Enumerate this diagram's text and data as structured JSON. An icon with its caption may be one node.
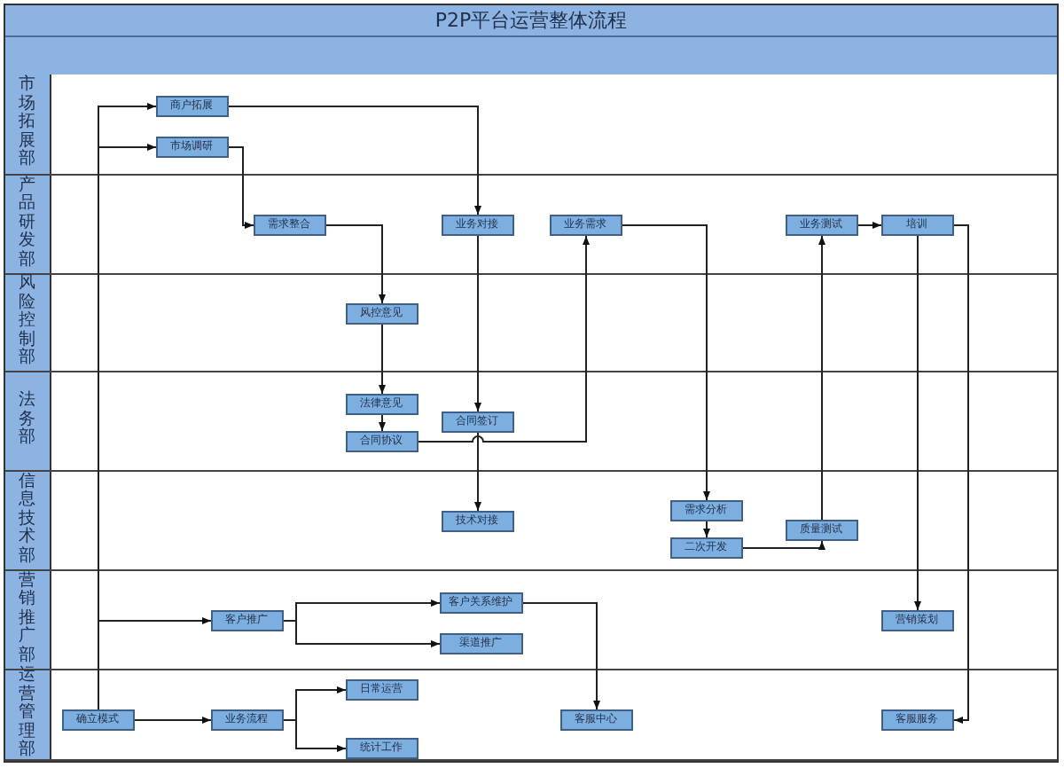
{
  "diagram": {
    "title": "P2P平台运营整体流程",
    "nodes": [
      {
        "text": [
          "市场拓展部"
        ]
      },
      {
        "text": [
          "产品研发部"
        ]
      },
      {
        "text": [
          "风险控制部"
        ]
      },
      {
        "text": [
          "法务部"
        ]
      },
      {
        "text": [
          "信息技术部"
        ]
      },
      {
        "text": [
          "营销推广部"
        ]
      },
      {
        "text": [
          "运营管理部"
        ]
      },
      {
        "text": [
          "商户拓展"
        ],
        "in": 0
      },
      {
        "text": [
          "市场调研"
        ],
        "in": 0
      },
      {
        "text": [
          "需求整合"
        ],
        "in": 1
      },
      {
        "text": [
          "业务对接"
        ],
        "in": 1
      },
      {
        "text": [
          "业务需求"
        ],
        "in": 1
      },
      {
        "text": [
          "业务测试"
        ],
        "in": 1
      },
      {
        "text": [
          "培训"
        ],
        "in": 1
      },
      {
        "text": [
          "风控意见"
        ],
        "in": 2
      },
      {
        "text": [
          "法律意见"
        ],
        "in": 3
      },
      {
        "text": [
          "合同签订"
        ],
        "in": 3
      },
      {
        "text": [
          "合同协议"
        ],
        "in": 3
      },
      {
        "text": [
          "技术对接"
        ],
        "in": 4
      },
      {
        "text": [
          "需求分析"
        ],
        "in": 4
      },
      {
        "text": [
          "质量测试"
        ],
        "in": 4
      },
      {
        "text": [
          "二次开发"
        ],
        "in": 4
      },
      {
        "text": [
          "客户推广"
        ],
        "in": 5
      },
      {
        "text": [
          "客户关系维护"
        ],
        "in": 5
      },
      {
        "text": [
          "渠道推广"
        ],
        "in": 5
      },
      {
        "text": [
          "营销策划"
        ],
        "in": 5
      },
      {
        "text": [
          "日常运营"
        ],
        "in": 6
      },
      {
        "text": [
          "确立模式"
        ],
        "in": 6
      },
      {
        "text": [
          "业务流程"
        ],
        "in": 6
      },
      {
        "text": [
          "客服中心"
        ],
        "in": 6
      },
      {
        "text": [
          "客服服务"
        ],
        "in": 6
      },
      {
        "text": [
          "统计工作"
        ],
        "in": 6
      }
    ],
    "edges": [
      {
        "from": 27,
        "to": 7,
        "arrow": "to"
      },
      {
        "from": 27,
        "to": 8,
        "arrow": "to"
      },
      {
        "from": 27,
        "to": 22,
        "arrow": "to"
      },
      {
        "from": 27,
        "to": 28,
        "arrow": "to"
      },
      {
        "from": 7,
        "to": 10,
        "arrow": "to"
      },
      {
        "from": 8,
        "to": 9,
        "arrow": "to"
      },
      {
        "from": 9,
        "to": 14,
        "arrow": "to"
      },
      {
        "from": 14,
        "to": 15,
        "arrow": "to"
      },
      {
        "from": 15,
        "to": 17,
        "arrow": "to"
      },
      {
        "from": 10,
        "to": 16,
        "arrow": "to"
      },
      {
        "from": 16,
        "to": 18,
        "arrow": "to"
      },
      {
        "from": 17,
        "to": 11,
        "arrow": "to"
      },
      {
        "from": 11,
        "to": 19,
        "arrow": "to"
      },
      {
        "from": 19,
        "to": 21,
        "arrow": "to"
      },
      {
        "from": 21,
        "to": 20,
        "arrow": "to"
      },
      {
        "from": 20,
        "to": 12,
        "arrow": "to"
      },
      {
        "from": 12,
        "to": 13,
        "arrow": "to"
      },
      {
        "from": 13,
        "to": 25,
        "arrow": "to"
      },
      {
        "from": 13,
        "to": 30,
        "arrow": "to"
      },
      {
        "from": 22,
        "to": 23,
        "arrow": "to"
      },
      {
        "from": 22,
        "to": 24,
        "arrow": "to"
      },
      {
        "from": 23,
        "to": 29,
        "arrow": "to"
      },
      {
        "from": 28,
        "to": 26,
        "arrow": "to"
      },
      {
        "from": 28,
        "to": 31,
        "arrow": "to"
      }
    ]
  }
}
